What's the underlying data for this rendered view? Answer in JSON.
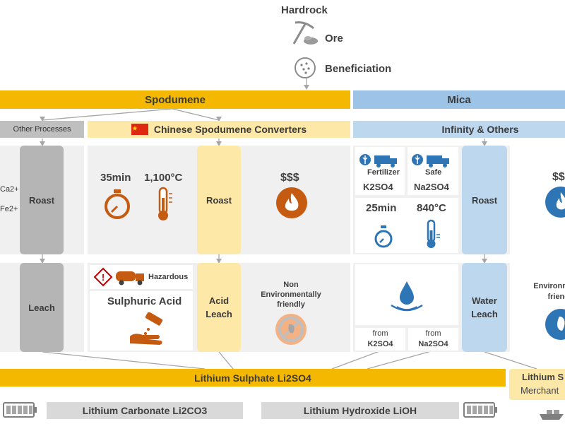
{
  "top": {
    "hardrock": "Hardrock",
    "ore": "Ore",
    "beneficiation": "Beneficiation"
  },
  "banners": {
    "spodumene": "Spodumene",
    "mica": "Mica",
    "other_processes": "Other Processes",
    "chinese_converters": "Chinese Spodumene Converters",
    "infinity_others": "Infinity & Others"
  },
  "left": {
    "ca": "Ca2+",
    "fe": "Fe2+",
    "roast": "Roast",
    "leach": "Leach"
  },
  "chinese": {
    "time": "35min",
    "temp": "1,100°C",
    "roast": "Roast",
    "cost": "$$$",
    "hazardous": "Hazardous",
    "acid": "Sulphuric Acid",
    "acid_leach": "Acid Leach",
    "env": "Non Environmentally friendly"
  },
  "infinity": {
    "fertilizer": "Fertilizer",
    "safe": "Safe",
    "k2so4": "K2SO4",
    "na2so4": "Na2SO4",
    "time": "25min",
    "temp": "840°C",
    "roast": "Roast",
    "cost_partial": "$$",
    "from1": "from",
    "from1_val": "K2SO4",
    "from2": "from",
    "from2_val": "Na2SO4",
    "water_leach": "Water Leach",
    "env_partial": "Environm friend"
  },
  "bottom": {
    "lithium_sulphate": "Lithium Sulphate Li2SO4",
    "lithium_s_partial": "Lithium S",
    "merchant_partial": "Merchant",
    "carbonate": "Lithium Carbonate Li2CO3",
    "hydroxide": "Lithium Hydroxide LiOH"
  },
  "colors": {
    "orange_banner": "#f5b800",
    "light_orange": "#fde8a8",
    "blue_banner": "#9dc3e6",
    "light_blue": "#bdd7ee",
    "gray_col": "#b5b5b5",
    "icon_orange": "#c55a11",
    "icon_blue": "#2e75b6"
  }
}
